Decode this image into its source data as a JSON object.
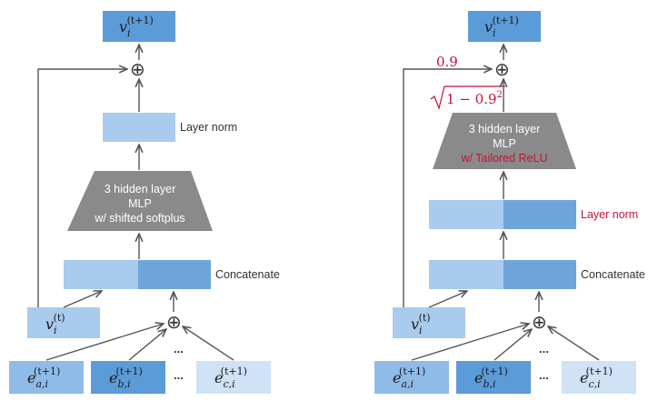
{
  "left": {
    "output_var": "v",
    "output_sub": "i",
    "output_sup": "(t+1)",
    "layer_norm_label": "Layer norm",
    "mlp_lines": [
      "3 hidden layer",
      "MLP",
      "w/ shifted softplus"
    ],
    "concat_label": "Concatenate",
    "input_var": "v",
    "input_sub": "i",
    "input_sup": "(t)",
    "ellipsis_small": "...",
    "ellipsis_mid": "...",
    "edges": [
      {
        "var": "e",
        "sub": "a,i",
        "sup": "(t+1)"
      },
      {
        "var": "e",
        "sub": "b,i",
        "sup": "(t+1)"
      },
      {
        "var": "e",
        "sub": "c,i",
        "sup": "(t+1)"
      }
    ],
    "plus": "⊕"
  },
  "right": {
    "output_var": "v",
    "output_sub": "i",
    "output_sup": "(t+1)",
    "skip_weight": "0.9",
    "mlp_weight": "1 − 0.9",
    "mlp_weight_exp": "2",
    "mlp_lines": [
      "3 hidden layer",
      "MLP",
      "w/ Tailored ReLU"
    ],
    "layer_norm_label": "Layer norm",
    "concat_label": "Concatenate",
    "input_var": "v",
    "input_sub": "i",
    "input_sup": "(t)",
    "ellipsis_small": "...",
    "ellipsis_mid": "...",
    "edges": [
      {
        "var": "e",
        "sub": "a,i",
        "sup": "(t+1)"
      },
      {
        "var": "e",
        "sub": "b,i",
        "sup": "(t+1)"
      },
      {
        "var": "e",
        "sub": "c,i",
        "sup": "(t+1)"
      }
    ],
    "plus": "⊕"
  },
  "colors": {
    "box_dark": "#5b9bd8",
    "box_mid": "#8fbbe8",
    "box_light": "#a9cbed",
    "box_pale": "#cfe2f6",
    "mlp_gray": "#8a8a8a",
    "arrow": "#555555",
    "accent_red": "#c0143c"
  }
}
